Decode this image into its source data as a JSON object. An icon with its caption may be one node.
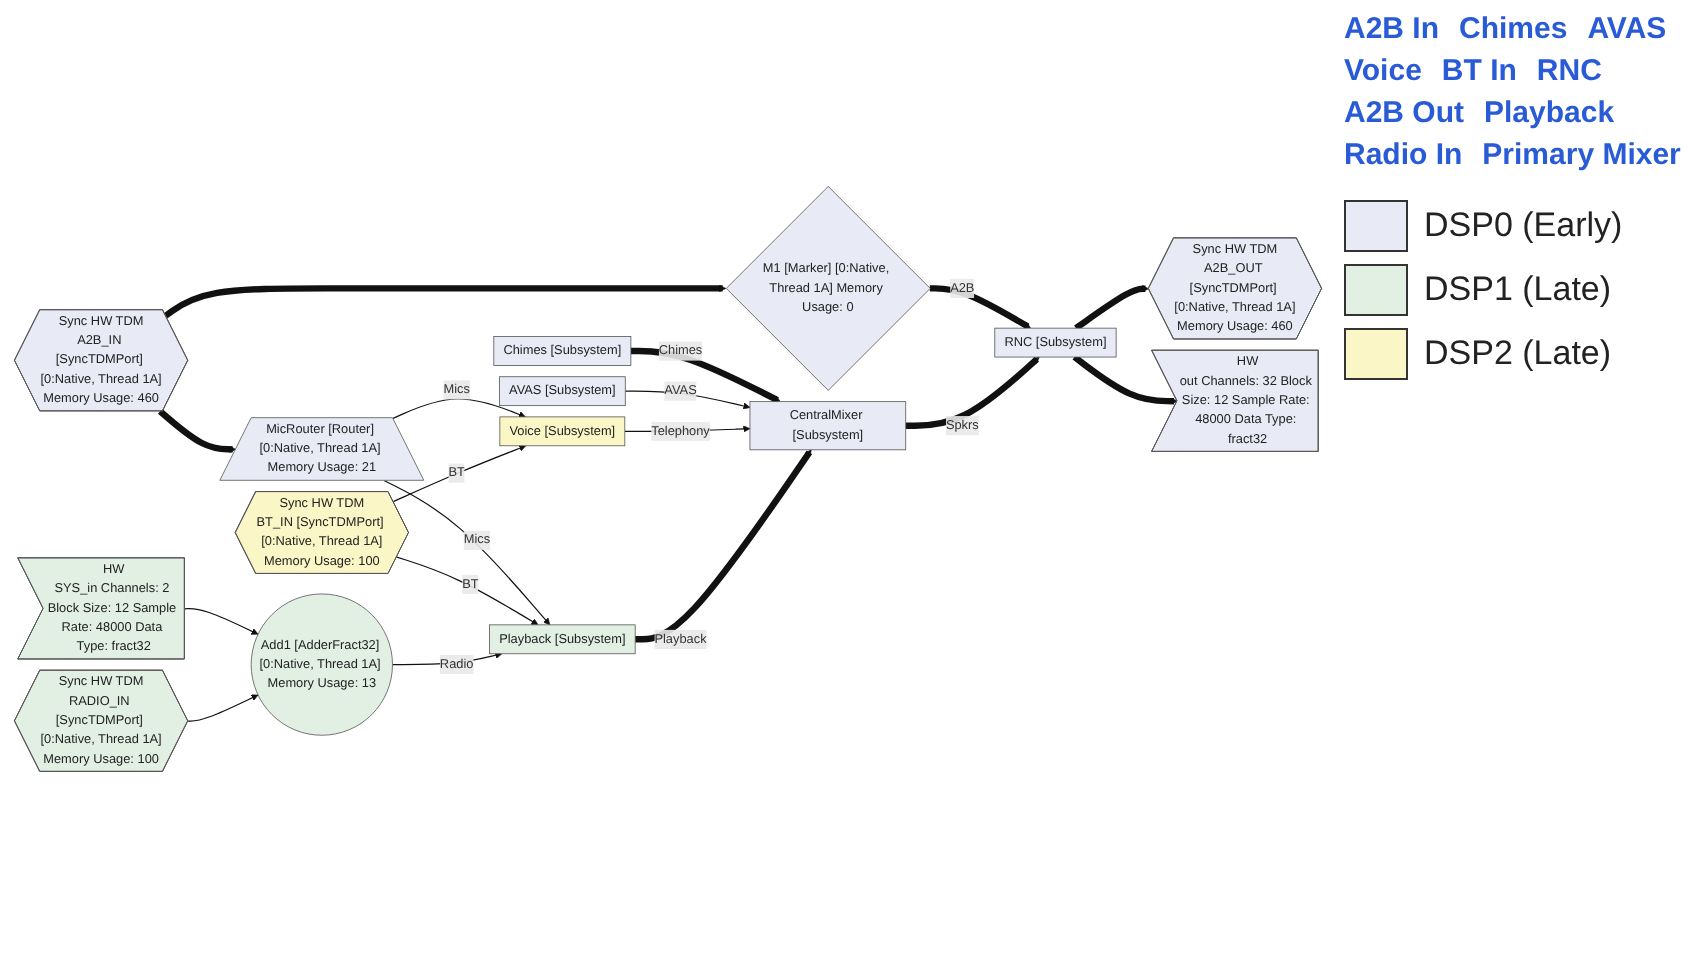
{
  "diagram": {
    "nodes": [
      {
        "text": [
          "Sync HW TDM",
          "A2B_IN [SyncTDMPort] [0:Native, Thread 1A]",
          "Memory Usage: 460"
        ]
      },
      {
        "text": [
          "MicRouter [Router] [0:Native, Thread 1A] Memory Usage: 21"
        ]
      },
      {
        "text": [
          "M1 [Marker] [0:Native, Thread 1A] Memory Usage: 0"
        ]
      },
      {
        "text": [
          "Chimes [Subsystem]"
        ]
      },
      {
        "text": [
          "AVAS [Subsystem]"
        ]
      },
      {
        "text": [
          "CentralMixer [Subsystem]"
        ]
      },
      {
        "text": [
          "RNC [Subsystem]"
        ]
      },
      {
        "text": [
          "Sync HW TDM",
          "A2B_OUT [SyncTDMPort] [0:Native, Thread 1A]",
          "Memory Usage: 460"
        ]
      },
      {
        "text": [
          "HW",
          "out Channels: 32 Block Size: 12 Sample Rate: 48000 Data Type: fract32"
        ]
      },
      {
        "text": [
          "Sync HW TDM",
          "BT_IN [SyncTDMPort] [0:Native, Thread 1A]",
          "Memory Usage: 100"
        ]
      },
      {
        "text": [
          "Voice [Subsystem]"
        ]
      },
      {
        "text": [
          "Playback [Subsystem]"
        ]
      },
      {
        "text": [
          "HW",
          "SYS_in Channels: 2 Block Size: 12 Sample Rate: 48000 Data Type: fract32"
        ]
      },
      {
        "text": [
          "Add1 [AdderFract32] [0:Native, Thread 1A] Memory Usage: 13"
        ]
      },
      {
        "text": [
          "Sync HW TDM",
          "RADIO_IN [SyncTDMPort] [0:Native, Thread 1A]",
          "Memory Usage: 100"
        ]
      }
    ],
    "edges": [
      {
        "from": 0,
        "to": 1,
        "arrow": "to",
        "style": "thick"
      },
      {
        "from": 0,
        "to": 2,
        "arrow": "to",
        "style": "thick"
      },
      {
        "from": 2,
        "to": 6,
        "arrow": "to",
        "style": "thick",
        "label": "A2B"
      },
      {
        "from": 1,
        "to": 10,
        "arrow": "to",
        "label": "Mics"
      },
      {
        "from": 1,
        "to": 11,
        "arrow": "to",
        "label": "Mics"
      },
      {
        "from": 9,
        "to": 10,
        "arrow": "to",
        "label": "BT"
      },
      {
        "from": 9,
        "to": 11,
        "arrow": "to",
        "label": "BT"
      },
      {
        "from": 3,
        "to": 5,
        "arrow": "to",
        "style": "thick",
        "label": "Chimes"
      },
      {
        "from": 4,
        "to": 5,
        "arrow": "to",
        "label": "AVAS"
      },
      {
        "from": 10,
        "to": 5,
        "arrow": "to",
        "label": "Telephony"
      },
      {
        "from": 11,
        "to": 5,
        "arrow": "to",
        "style": "thick",
        "label": "Playback"
      },
      {
        "from": 5,
        "to": 6,
        "arrow": "to",
        "style": "thick",
        "label": "Spkrs"
      },
      {
        "from": 6,
        "to": 7,
        "arrow": "to",
        "style": "thick"
      },
      {
        "from": 6,
        "to": 8,
        "arrow": "to",
        "style": "thick"
      },
      {
        "from": 12,
        "to": 13,
        "arrow": "to"
      },
      {
        "from": 14,
        "to": 13,
        "arrow": "to"
      },
      {
        "from": 13,
        "to": 11,
        "arrow": "to",
        "label": "Radio"
      }
    ],
    "labels": [
      "A2B In",
      "Chimes",
      "AVAS",
      "Voice",
      "BT In",
      "RNC",
      "A2B Out",
      "Playback",
      "Radio In",
      "Primary Mixer"
    ],
    "legend": [
      {
        "text": "DSP0 (Early)",
        "color": "#e8eaf6"
      },
      {
        "text": "DSP1 (Late)",
        "color": "#e2f0e4"
      },
      {
        "text": "DSP2 (Late)",
        "color": "#fbf6c5"
      }
    ]
  }
}
